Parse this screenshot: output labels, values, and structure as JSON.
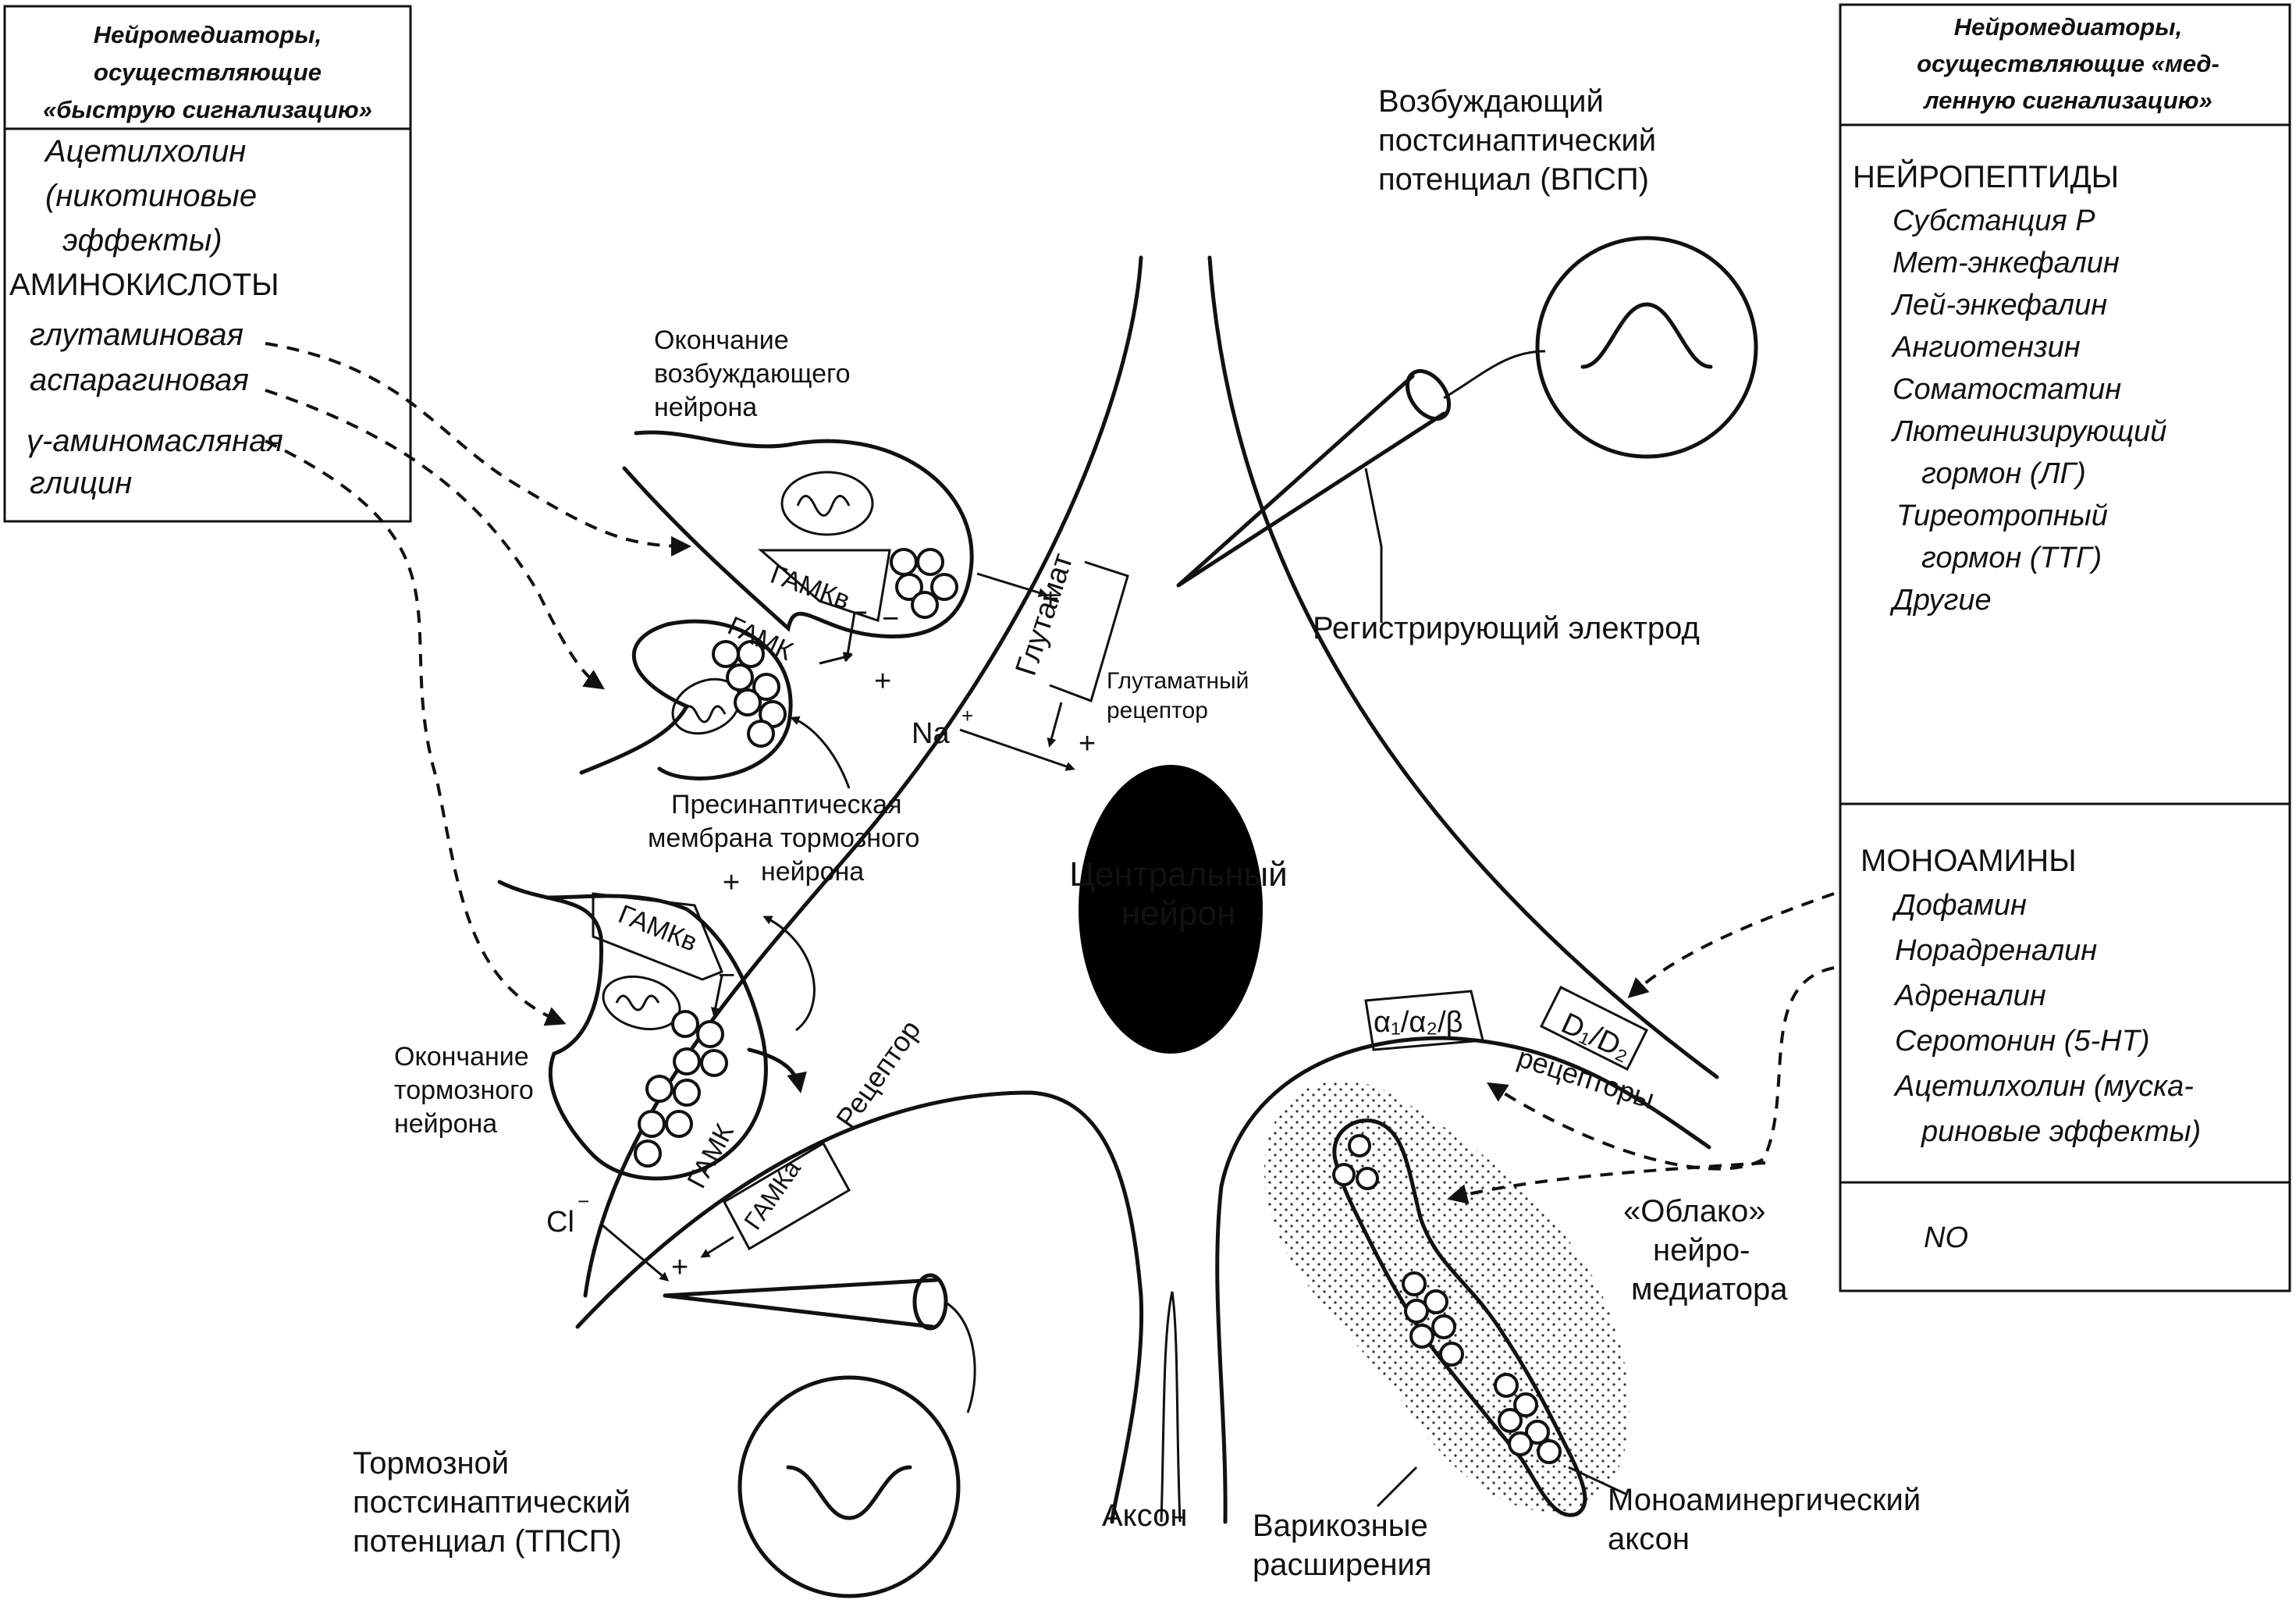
{
  "fast_box": {
    "header": [
      "Нейромедиаторы,",
      "осуществляющие",
      "«быструю сигнализацию»"
    ],
    "acetylcholine": [
      "Ацетилхолин",
      "(никотиновые",
      "эффекты)"
    ],
    "amino_heading": "АМИНОКИСЛОТЫ",
    "amino_items": [
      "глутаминовая",
      "аспарагиновая",
      "γ-аминомасляная",
      "глицин"
    ]
  },
  "slow_box": {
    "header": [
      "Нейромедиаторы,",
      "осуществляющие «мед-",
      "ленную сигнализацию»"
    ],
    "peptides_heading": "НЕЙРОПЕПТИДЫ",
    "peptides": [
      "Субстанция Р",
      "Мет-энкефалин",
      "Лей-энкефалин",
      "Ангиотензин",
      "Соматостатин",
      "Лютеинизирующий",
      "гормон (ЛГ)",
      "Тиреотропный",
      "гормон (ТТГ)",
      "Другие"
    ],
    "monoamines_heading": "МОНОАМИНЫ",
    "monoamines": [
      "Дофамин",
      "Норадреналин",
      "Адреналин",
      "Серотонин (5-НТ)",
      "Ацетилхолин (муска-",
      "риновые эффекты)"
    ],
    "no": "NO"
  },
  "labels": {
    "epsp": [
      "Возбуждающий",
      "постсинаптический",
      "потенциал (ВПСП)"
    ],
    "recording_electrode": "Регистрирующий электрод",
    "excitatory_ending": [
      "Окончание",
      "возбуждающего",
      "нейрона"
    ],
    "gaba_b": "ГАМКв",
    "gaba": "ГАМК",
    "gaba_a": "ГАМКа",
    "glutamate": "Глутамат",
    "glutamate_receptor": [
      "Глутаматный",
      "рецептор"
    ],
    "na": "Na",
    "cl": "Cl",
    "plus": "+",
    "minus": "−",
    "presynaptic": [
      "Пресинаптическая",
      "мембрана тормозного",
      "нейрона"
    ],
    "central_neuron": [
      "Центральный",
      "нейрон"
    ],
    "inhibitory_ending": [
      "Окончание",
      "тормозного",
      "нейрона"
    ],
    "receptor": "Рецептор",
    "ipsp": [
      "Тормозной",
      "постсинаптический",
      "потенциал (ТПСП)"
    ],
    "axon": "Аксон",
    "alpha_beta": "α₁/α₂/β",
    "d1d2": "D₁/D₂",
    "receptors": "рецепторы",
    "cloud": [
      "«Облако»",
      "нейро-",
      "медиатора"
    ],
    "varicosities": [
      "Варикозные",
      "расширения"
    ],
    "monoaminergic_axon": [
      "Моноаминергический",
      "аксон"
    ]
  }
}
